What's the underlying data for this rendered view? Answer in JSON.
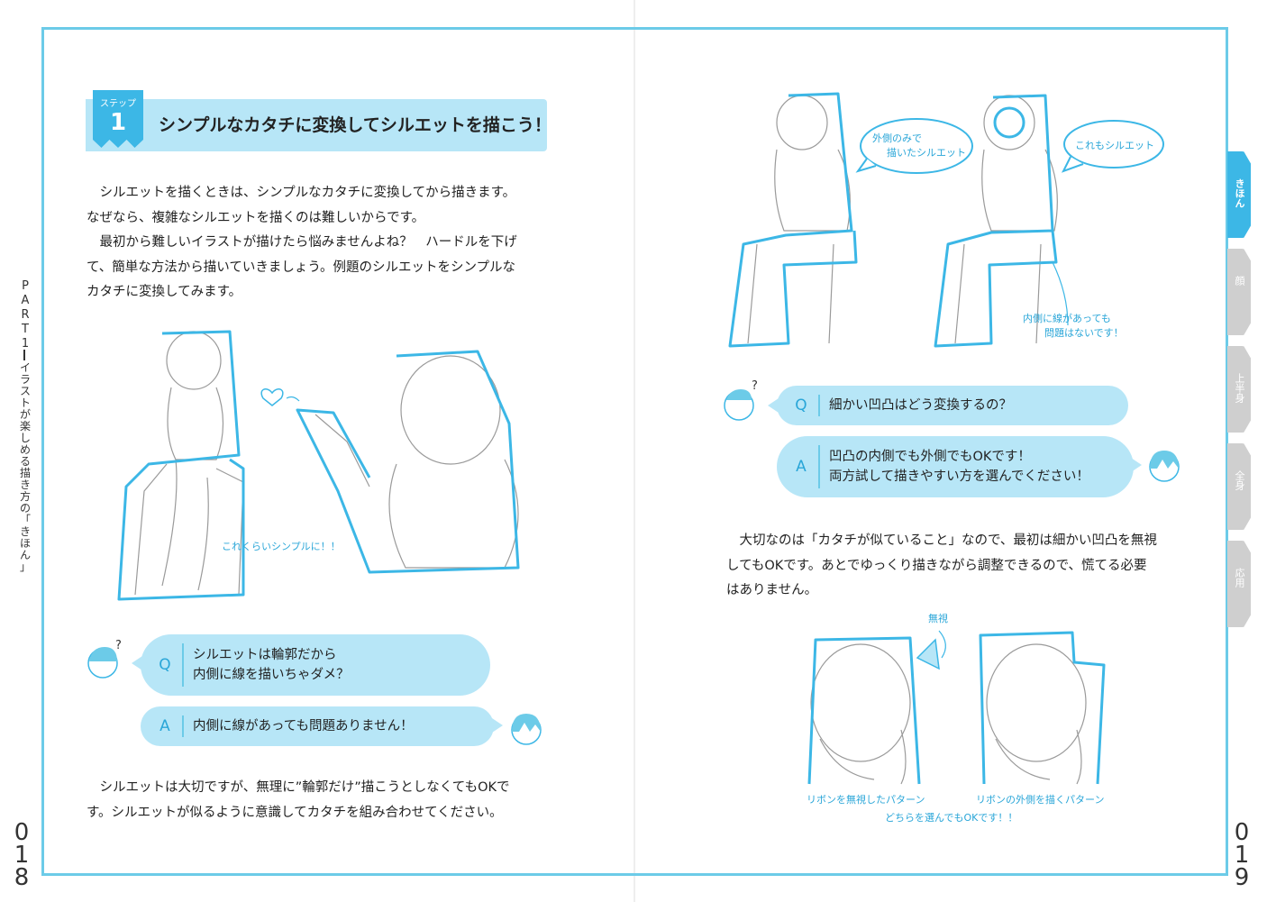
{
  "left_page": {
    "part": {
      "label": "PART",
      "number": "1",
      "subtitle": "イラストが楽しめる描き方の「きほん」"
    },
    "page_number": "018",
    "step": {
      "label": "ステップ",
      "number": "1",
      "title": "シンプルなカタチに変換してシルエットを描こう！"
    },
    "intro_paragraphs": [
      "シルエットを描くときは、シンプルなカタチに変換してから描きます。",
      "なぜなら、複雑なシルエットを描くのは難しいからです。",
      "最初から難しいイラストが描けたら悩みませんよね？　ハードルを下げ",
      "て、簡単な方法から描いていきましょう。例題のシルエットをシンプルな",
      "カタチに変換してみます。"
    ],
    "illustration_note": "これくらいシンプルに！！",
    "qa": {
      "q_letter": "Q",
      "q_lines": [
        "シルエットは輪郭だから",
        "内側に線を描いちゃダメ？"
      ],
      "a_letter": "A",
      "a_lines": [
        "内側に線があっても問題ありません！"
      ]
    },
    "closing_paragraphs": [
      "シルエットは大切ですが、無理に”輪郭だけ”描こうとしなくてもOKで",
      "す。シルエットが似るように意識してカタチを組み合わせてください。"
    ]
  },
  "right_page": {
    "page_number": "019",
    "bubbles": {
      "left": [
        "外側のみで",
        "描いたシルエット"
      ],
      "right": "これもシルエット"
    },
    "inner_note": [
      "内側に線があっても",
      "問題はないです！"
    ],
    "qa": {
      "q_letter": "Q",
      "q_lines": [
        "細かい凹凸はどう変換するの？"
      ],
      "a_letter": "A",
      "a_lines": [
        "凹凸の内側でも外側でもOKです！",
        "両方試して描きやすい方を選んでください！"
      ]
    },
    "body_paragraphs": [
      "大切なのは「カタチが似ていること」なので、最初は細かい凹凸を無視",
      "してもOKです。あとでゆっくり描きながら調整できるので、慌てる必要",
      "はありません。"
    ],
    "ignore_label": "無視",
    "caption_left": "リボンを無視したパターン",
    "caption_right": "リボンの外側を描くパターン",
    "caption_bottom": "どちらを選んでもOKです！！",
    "tabs": [
      {
        "label": "きほん",
        "active": true
      },
      {
        "label": "顔",
        "active": false
      },
      {
        "label": "上半身",
        "active": false
      },
      {
        "label": "全身",
        "active": false
      },
      {
        "label": "応用",
        "active": false
      }
    ]
  },
  "colors": {
    "accent": "#3cb7e6",
    "light": "#b7e6f7",
    "frame": "#6ccbe8",
    "pencil": "#9a9a9a"
  }
}
